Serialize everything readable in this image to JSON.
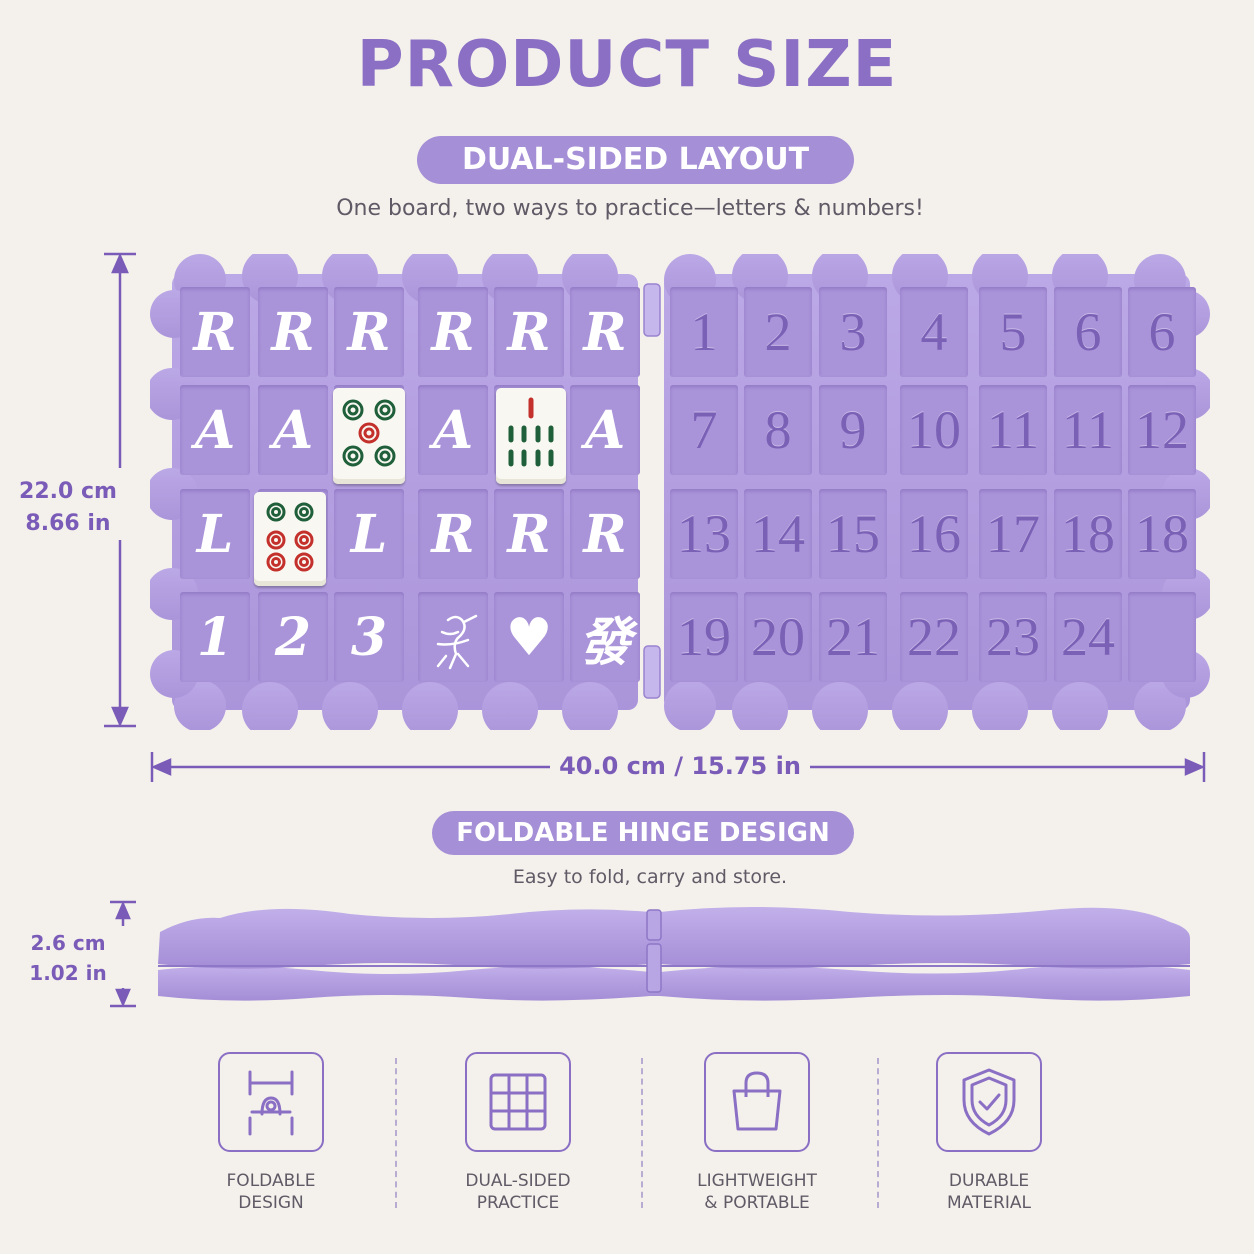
{
  "header": {
    "title": "PRODUCT SIZE",
    "pill_dual": "DUAL-SIDED LAYOUT",
    "sub_dual": "One board, two ways to practice—letters & numbers!",
    "pill_fold": "FOLDABLE HINGE DESIGN",
    "sub_fold": "Easy to fold, carry and store."
  },
  "dimensions": {
    "height_cm": "22.0 cm",
    "height_in": "8.66 in",
    "width": "40.0 cm / 15.75 in",
    "thickness_cm": "2.6 cm",
    "thickness_in": "1.02 in"
  },
  "board_left": [
    [
      "R",
      "R",
      "R",
      "R",
      "R",
      "R"
    ],
    [
      "A",
      "A",
      "",
      "A",
      "",
      "A"
    ],
    [
      "L",
      "",
      "L",
      "R",
      "R",
      "R"
    ],
    [
      "1",
      "2",
      "3",
      "",
      "♥",
      "發"
    ]
  ],
  "board_right": [
    [
      "1",
      "2",
      "3",
      "4",
      "5",
      "6",
      "6"
    ],
    [
      "7",
      "8",
      "9",
      "10",
      "11",
      "11",
      "12"
    ],
    [
      "13",
      "14",
      "15",
      "16",
      "17",
      "18",
      "18"
    ],
    [
      "19",
      "20",
      "21",
      "22",
      "23",
      "24",
      ""
    ]
  ],
  "features": [
    {
      "line1": "FOLDABLE",
      "line2": "DESIGN",
      "icon": "hinge-icon"
    },
    {
      "line1": "DUAL-SIDED",
      "line2": "PRACTICE",
      "icon": "grid-icon"
    },
    {
      "line1": "LIGHTWEIGHT",
      "line2": "& PORTABLE",
      "icon": "bag-icon"
    },
    {
      "line1": "DURABLE",
      "line2": "MATERIAL",
      "icon": "shield-check-icon"
    }
  ],
  "colors": {
    "accent": "#8a6fc4",
    "board": "#b7a3e3",
    "cell": "#a993d9",
    "background": "#f4f1ec"
  }
}
